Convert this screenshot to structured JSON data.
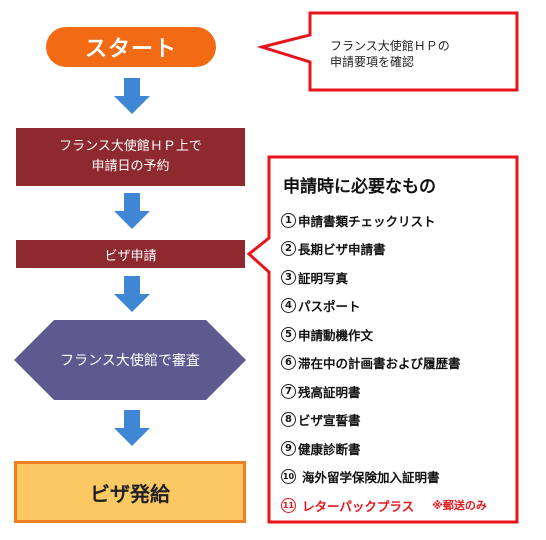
{
  "flow": {
    "start": "スタート",
    "reserve_line1": "フランス大使館ＨＰ上で",
    "reserve_line2": "申請日の予約",
    "visa_application": "ビザ申請",
    "review": "フランス大使館で審査",
    "issue": "ビザ発給"
  },
  "note": {
    "line1": "フランス大使館ＨＰの",
    "line2": "申請要項を確認"
  },
  "requirements": {
    "title": "申請時に必要なもの",
    "items": [
      {
        "num": "1",
        "label": "申請書類チェックリスト"
      },
      {
        "num": "2",
        "label": "長期ビザ申請書"
      },
      {
        "num": "3",
        "label": "証明写真"
      },
      {
        "num": "4",
        "label": "パスポート"
      },
      {
        "num": "5",
        "label": "申請動機作文"
      },
      {
        "num": "6",
        "label": "滞在中の計画書および履歴書"
      },
      {
        "num": "7",
        "label": "残高証明書"
      },
      {
        "num": "8",
        "label": "ビザ宣誓書"
      },
      {
        "num": "9",
        "label": "健康診断書"
      },
      {
        "num": "10",
        "label": "海外留学保険加入証明書"
      }
    ],
    "last_item": {
      "num": "11",
      "label": "レターパックプラス",
      "note": "※郵送のみ"
    }
  },
  "colors": {
    "start": "#f26a13",
    "step": "#8e2a2f",
    "review": "#5d5a8f",
    "arrow": "#3f86d4",
    "issue_fill": "#fcc864",
    "issue_border": "#f07f22",
    "callout_border": "#e8141c"
  }
}
